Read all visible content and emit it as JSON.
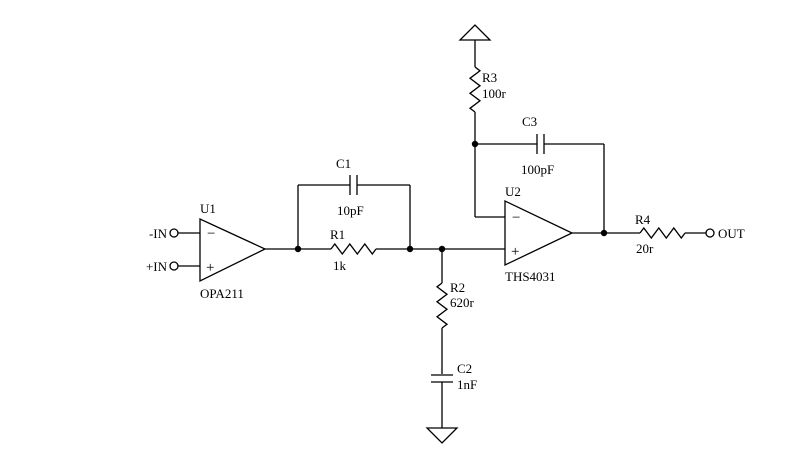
{
  "ports": {
    "in_minus": "-IN",
    "in_plus": "+IN",
    "out": "OUT"
  },
  "components": {
    "u1": {
      "ref": "U1",
      "part": "OPA211",
      "minus": "−",
      "plus": "+"
    },
    "u2": {
      "ref": "U2",
      "part": "THS4031",
      "minus": "−",
      "plus": "+"
    },
    "r1": {
      "ref": "R1",
      "value": "1k"
    },
    "r2": {
      "ref": "R2",
      "value": "620r"
    },
    "r3": {
      "ref": "R3",
      "value": "100r"
    },
    "r4": {
      "ref": "R4",
      "value": "20r"
    },
    "c1": {
      "ref": "C1",
      "value": "10pF"
    },
    "c2": {
      "ref": "C2",
      "value": "1nF"
    },
    "c3": {
      "ref": "C3",
      "value": "100pF"
    }
  }
}
